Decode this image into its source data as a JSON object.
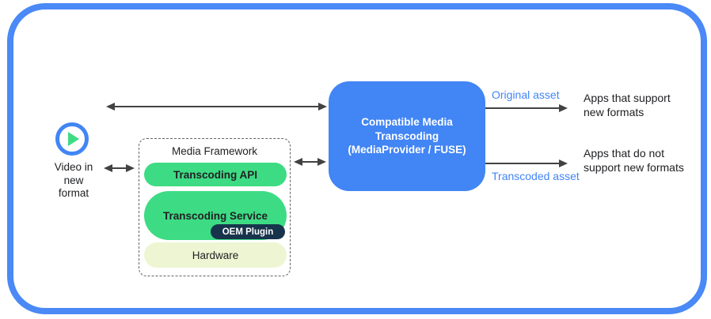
{
  "colors": {
    "frame_border_blue": "#4a89f6",
    "transcoder_box_blue": "#4285f4",
    "layer_green": "#3ddc84",
    "oem_dark_navy": "#17344c",
    "hardware_pale_green": "#edf5d2",
    "arrow_gray": "#424242",
    "asset_label_blue": "#4285f4",
    "text_dark": "#202124"
  },
  "source": {
    "icon": "play-circle-icon",
    "label": "Video in\nnew\nformat"
  },
  "media_framework": {
    "title": "Media Framework",
    "layers": {
      "api": "Transcoding API",
      "service": "Transcoding Service",
      "oem_plugin": "OEM Plugin",
      "hardware": "Hardware"
    }
  },
  "transcoder": {
    "label": "Compatible Media\nTranscoding\n(MediaProvider / FUSE)"
  },
  "outputs": {
    "original": {
      "asset": "Original asset",
      "target": "Apps that support\nnew formats"
    },
    "transcoded": {
      "asset": "Transcoded asset",
      "target": "Apps that do not\nsupport new formats"
    }
  }
}
